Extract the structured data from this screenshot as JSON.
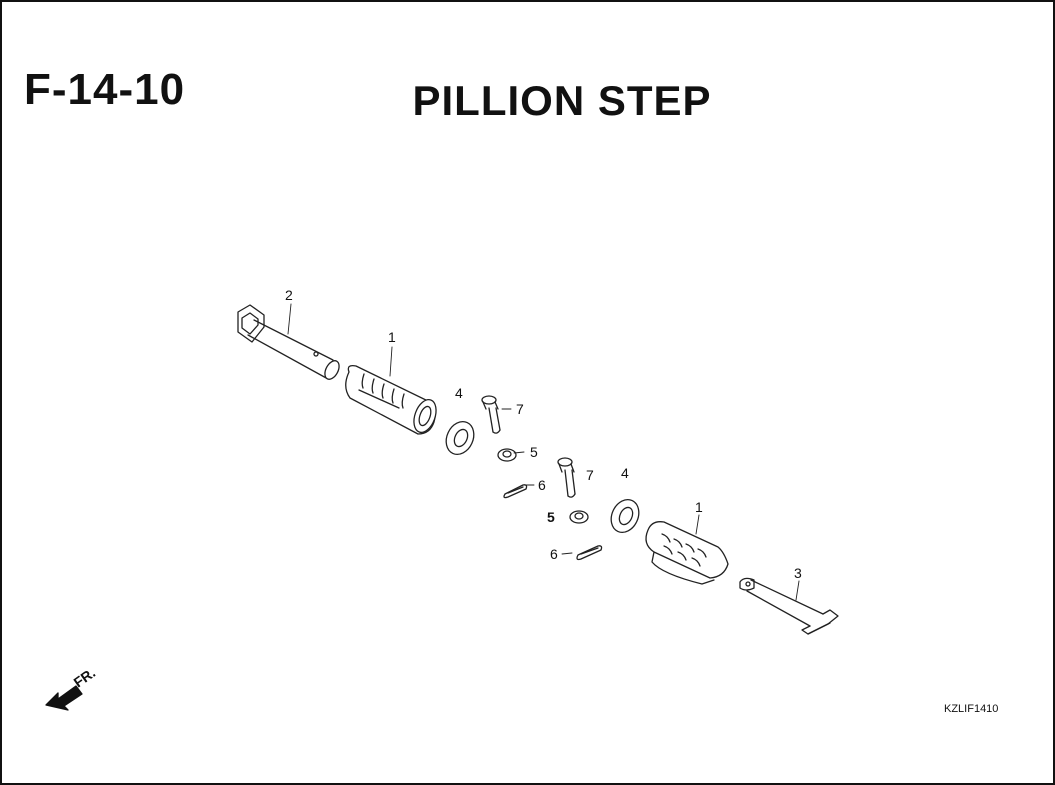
{
  "header": {
    "figure_code": "F-14-10",
    "title": "PILLION STEP"
  },
  "diagram": {
    "callouts": [
      {
        "id": "bar-left",
        "label": "2"
      },
      {
        "id": "step-left",
        "label": "1"
      },
      {
        "id": "washer-left",
        "label": "4"
      },
      {
        "id": "pin-left",
        "label": "7"
      },
      {
        "id": "ball-left",
        "label": "5"
      },
      {
        "id": "clip-left",
        "label": "6"
      },
      {
        "id": "pin-right",
        "label": "7"
      },
      {
        "id": "washer-right",
        "label": "4"
      },
      {
        "id": "ball-right",
        "label": "5"
      },
      {
        "id": "clip-right",
        "label": "6"
      },
      {
        "id": "step-right",
        "label": "1"
      },
      {
        "id": "bar-right",
        "label": "3"
      }
    ],
    "direction_label": "FR.",
    "drawing_code": "KZLIF1410"
  }
}
